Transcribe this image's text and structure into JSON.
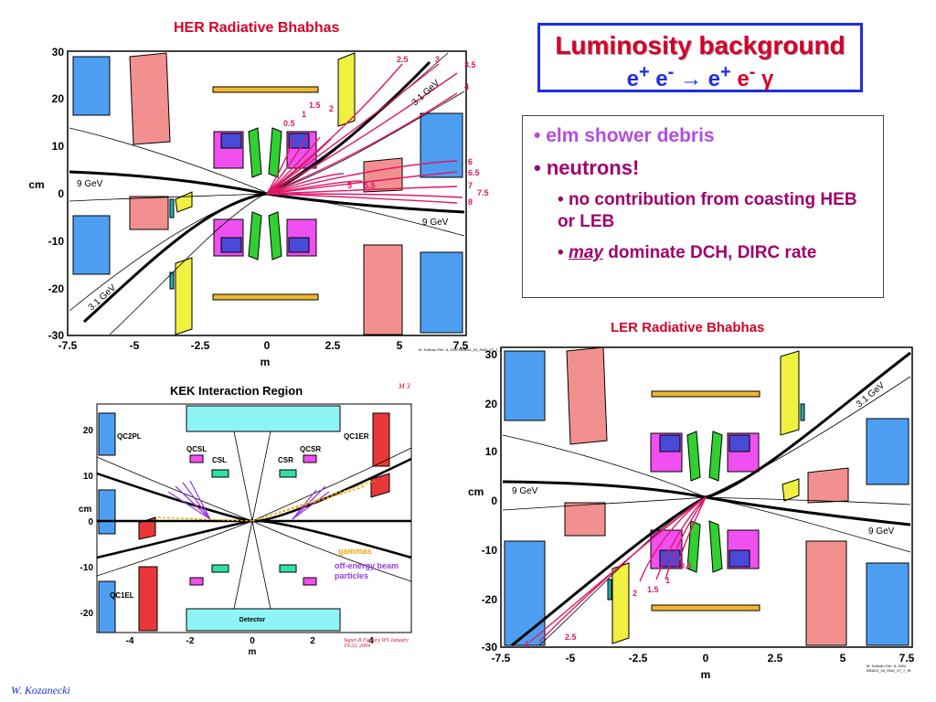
{
  "slide": {
    "title": "Luminosity background",
    "reaction_parts": [
      "e",
      "+",
      " e",
      "-",
      " → e",
      "+",
      " e",
      "-",
      " γ"
    ],
    "author": "W. Kozanecki"
  },
  "bullets": {
    "b1": "elm shower debris",
    "b2": "neutrons!",
    "b3": "no contribution from coasting HEB or LEB",
    "b4_may": "may",
    "b4_rest": " dominate DCH, DIRC rate"
  },
  "her_plot": {
    "title": "HER Radiative Bhabhas",
    "x_label": "m",
    "y_label": "cm",
    "x_ticks": [
      "-7.5",
      "-5",
      "-2.5",
      "0",
      "2.5",
      "5",
      "7.5"
    ],
    "y_ticks": [
      "30",
      "20",
      "10",
      "0",
      "-10",
      "-20",
      "-30"
    ],
    "beam_labels": [
      "9 GeV",
      "9 GeV",
      "3.1 GeV",
      "3.1 GeV"
    ],
    "energy_labels": [
      "0.5",
      "1",
      "1.5",
      "2",
      "2.5",
      "3",
      "3.5",
      "4",
      "5",
      "5.5",
      "6",
      "6.5",
      "7",
      "7.5",
      "8"
    ],
    "footnote": "M. Sullivan\nFeb. 8, 2004\nBRAD1_04_RAD_V7_7_IR"
  },
  "ler_plot": {
    "title": "LER Radiative Bhabhas",
    "x_label": "m",
    "y_label": "cm",
    "x_ticks": [
      "-7.5",
      "-5",
      "-2.5",
      "0",
      "2.5",
      "5",
      "7.5"
    ],
    "y_ticks": [
      "30",
      "20",
      "10",
      "0",
      "-10",
      "-20",
      "-30"
    ],
    "beam_labels": [
      "9 GeV",
      "9 GeV",
      "3.1 GeV"
    ],
    "energy_labels": [
      "0.5",
      "1",
      "1.5",
      "2",
      "2.5",
      "3"
    ],
    "footnote": "M. Sullivan\nFeb. 8, 2004\nBRAD1_04_RAD_V7_7_IR"
  },
  "kek_plot": {
    "title": "KEK Interaction Region",
    "x_label": "m",
    "y_label": "cm",
    "x_ticks": [
      "-4",
      "-2",
      "0",
      "2",
      "4"
    ],
    "y_ticks": [
      "20",
      "10",
      "0",
      "-10",
      "-20"
    ],
    "labels": [
      "QC2PL",
      "QC1ER",
      "QCSL",
      "CSL",
      "CSR",
      "QCSR",
      "QC1EL",
      "Detector"
    ],
    "legend_gammas": "gammas",
    "legend_offenergy": "off-energy beam particles",
    "corner_note": "M 3",
    "footnote": "Super-B Factory WS January 19-22, 2004"
  },
  "colors": {
    "red_title": "#d6002a",
    "blue": "#1d2ee0",
    "magenta_track": "#e0186a",
    "purple_track": "#9a3ae0",
    "gamma_track": "#f0a800"
  }
}
